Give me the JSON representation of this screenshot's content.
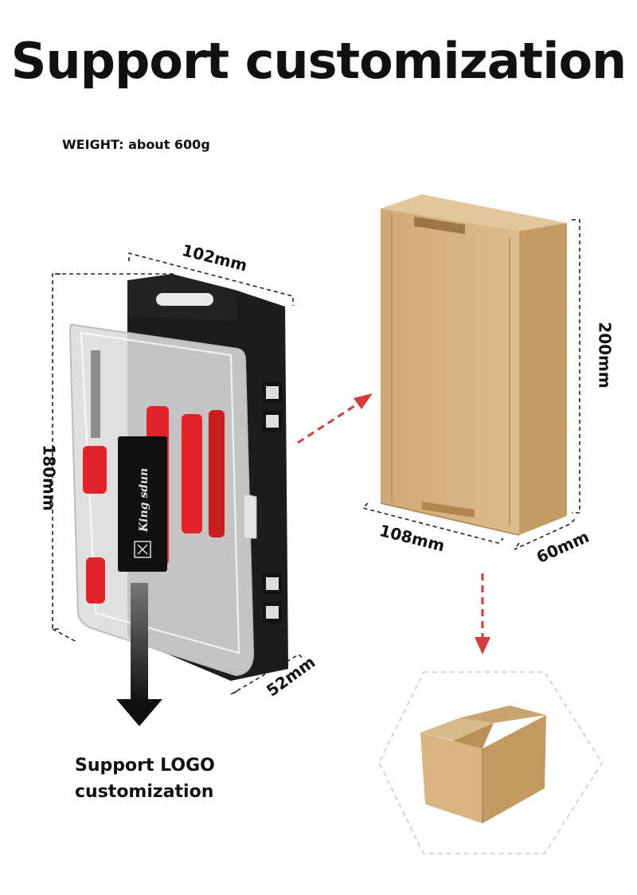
{
  "header": {
    "title": "Support customization"
  },
  "specs": {
    "weight": "WEIGHT: about 600g"
  },
  "toolbox": {
    "width_label": "102mm",
    "height_label": "180mm",
    "depth_label": "52mm",
    "brand_label": "King sdun",
    "logo_note_line1": "Support LOGO",
    "logo_note_line2": "customization"
  },
  "carton": {
    "height_label": "200mm",
    "width_label": "108mm",
    "depth_label": "60mm"
  },
  "colors": {
    "arrow_red": "#d9393b",
    "cardboard": "#d6b586",
    "cardboard_dark": "#b8915c",
    "case_black": "#1c1c1c",
    "tool_red": "#e0242a"
  },
  "icons": [
    "down-arrow-icon",
    "dashed-arrow-right-icon",
    "dashed-arrow-down-icon"
  ]
}
